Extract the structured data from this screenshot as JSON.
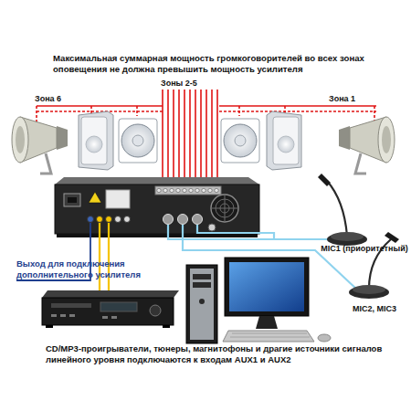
{
  "diagram": {
    "title": "Максимальная суммарная мощность громкоговорителей во всех зонах оповещения не должна превышить мощность усилителя",
    "labels": [
      "Зоны 2-5",
      "Зона 6",
      "Зона 1",
      "MIC1 (приоритетный)",
      "MIC2, MIC3",
      "Выход для подключения дополнительного усилителя",
      "CD/MP3-проигрыватели, тюнеры, магнитофоны и драгие источники сигналов линейного уровня подключаются к входам AUX1 и AUX2"
    ]
  }
}
